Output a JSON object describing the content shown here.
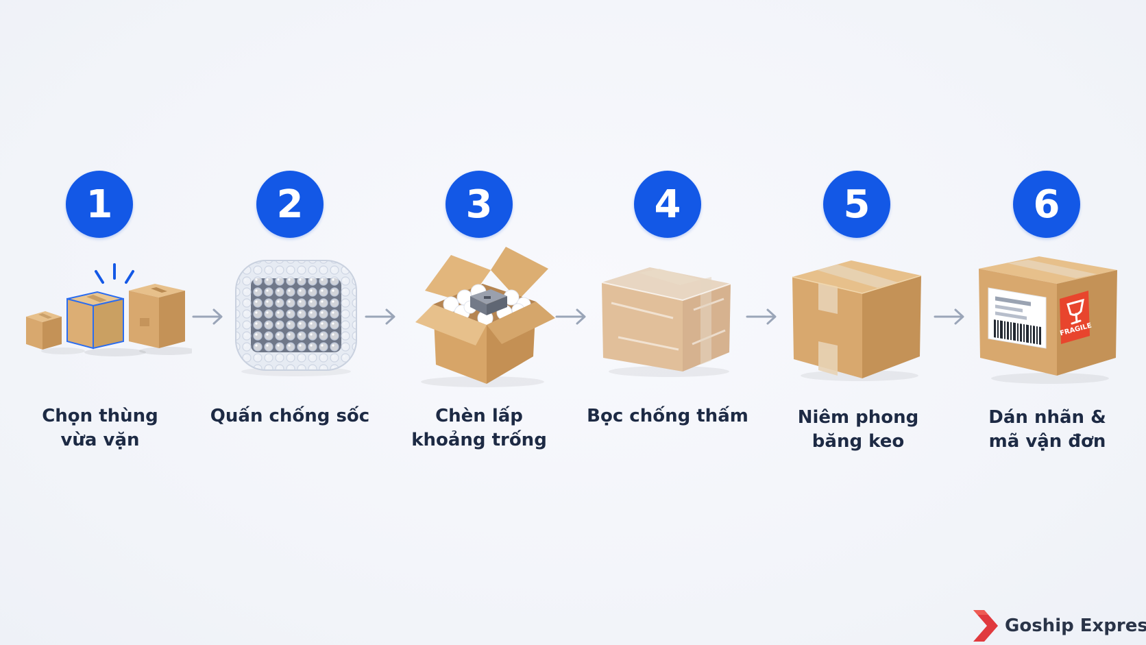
{
  "steps": [
    {
      "number": "1",
      "label_lines": [
        "Chọn thùng",
        "vừa vặn"
      ]
    },
    {
      "number": "2",
      "label_lines": [
        "Quấn chống sốc"
      ]
    },
    {
      "number": "3",
      "label_lines": [
        "Chèn lấp",
        "khoảng trống"
      ]
    },
    {
      "number": "4",
      "label_lines": [
        "Bọc chống thấm"
      ]
    },
    {
      "number": "5",
      "label_lines": [
        "Niêm phong",
        "băng keo"
      ]
    },
    {
      "number": "6",
      "label_lines": [
        "Dán nhãn &",
        "mã vận đơn"
      ]
    }
  ],
  "fragile_text": "FRAGILE",
  "brand": {
    "name": "Goship Express",
    "logo_icon": "chevron-logo-icon"
  },
  "colors": {
    "badge": "#1358e6",
    "cardboard": "#d8a86e",
    "label_text": "#1d2a44",
    "arrow": "#9aa5b8",
    "brand_red": "#e0393e"
  }
}
